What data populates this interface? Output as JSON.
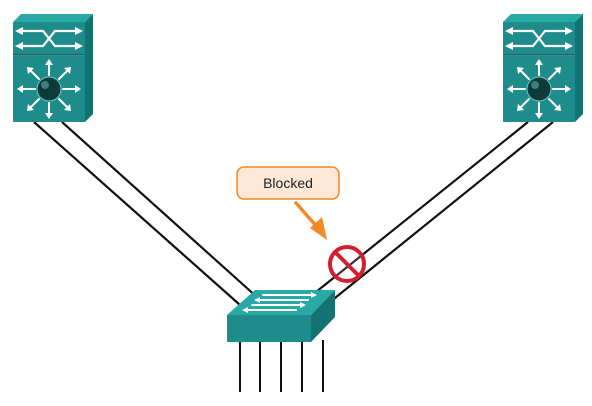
{
  "diagram": {
    "callout": {
      "label": "Blocked"
    },
    "devices": [
      {
        "role": "multilayer switch",
        "position": "top-left"
      },
      {
        "role": "multilayer switch",
        "position": "top-right"
      },
      {
        "role": "access switch",
        "position": "bottom-center"
      }
    ],
    "links": [
      {
        "from": "top-left",
        "to": "bottom-center",
        "state": "forwarding"
      },
      {
        "from": "top-left",
        "to": "bottom-center",
        "state": "forwarding"
      },
      {
        "from": "top-right",
        "to": "bottom-center",
        "state": "blocked"
      },
      {
        "from": "top-right",
        "to": "bottom-center",
        "state": "forwarding"
      }
    ],
    "colors": {
      "device_front": "#1e8c8a",
      "device_top": "#2aa8a6",
      "device_side": "#137372",
      "link": "#111111",
      "blocked_symbol": "#d1202f",
      "callout_fill": "#fde7d6",
      "callout_border": "#f08a2a",
      "callout_arrow": "#f08a2a"
    },
    "icons": [
      "multilayer-switch-icon",
      "access-switch-icon",
      "blocked-port-icon",
      "callout-arrow-icon"
    ]
  }
}
